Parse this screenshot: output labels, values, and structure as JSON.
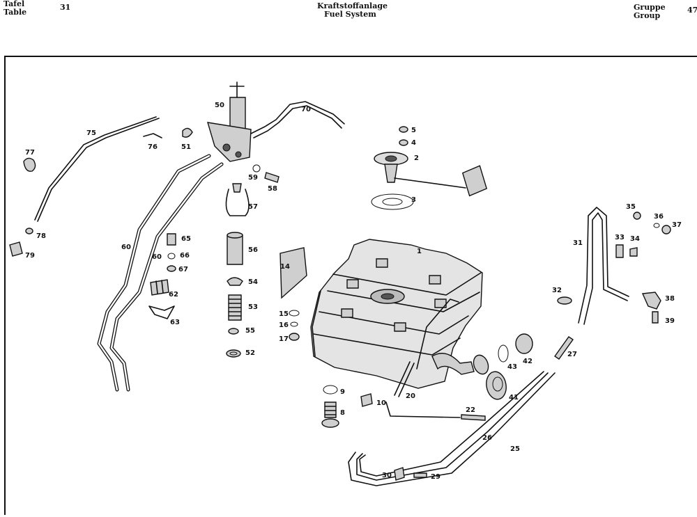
{
  "header": {
    "tafel": "Tafel",
    "table": "Table",
    "table_number": "31",
    "title_de": "Kraftstoffanlage",
    "title_en": "Fuel System",
    "gruppe": "Gruppe",
    "group": "Group",
    "group_number": "47"
  },
  "part_labels": [
    "1",
    "2",
    "3",
    "4",
    "5",
    "8",
    "9",
    "10",
    "14",
    "15",
    "16",
    "17",
    "20",
    "22",
    "25",
    "26",
    "27",
    "29",
    "30",
    "31",
    "32",
    "33",
    "34",
    "35",
    "36",
    "37",
    "38",
    "39",
    "41",
    "42",
    "43",
    "50",
    "51",
    "52",
    "53",
    "54",
    "55",
    "56",
    "57",
    "58",
    "59",
    "60",
    "60",
    "62",
    "63",
    "65",
    "66",
    "67",
    "70",
    "75",
    "76",
    "77",
    "78",
    "79"
  ]
}
